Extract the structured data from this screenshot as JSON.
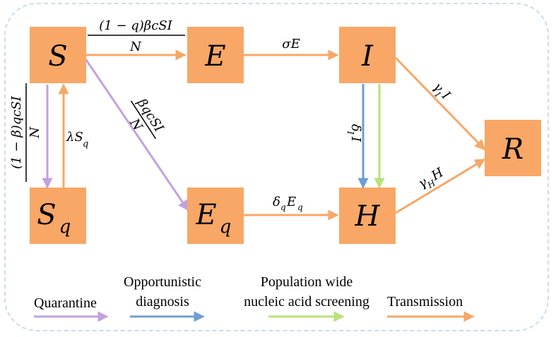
{
  "colors": {
    "node": "#f8a766",
    "quarantine": "#c3a1de",
    "opportunistic": "#6f9ed4",
    "population": "#b7e27a",
    "transmission": "#f8a766",
    "frame": "#c9dcef"
  },
  "nodes": {
    "S": {
      "label": "S",
      "sub": ""
    },
    "E": {
      "label": "E",
      "sub": ""
    },
    "I": {
      "label": "I",
      "sub": ""
    },
    "R": {
      "label": "R",
      "sub": ""
    },
    "Sq": {
      "label": "S",
      "sub": "q"
    },
    "Eq": {
      "label": "E",
      "sub": "q"
    },
    "H": {
      "label": "H",
      "sub": ""
    }
  },
  "rates": {
    "s_to_e_num": "(1 − q)βcSI",
    "s_to_e_den": "N",
    "e_to_i": "σE",
    "s_to_eq_num": "βqcSI",
    "s_to_eq_den": "N",
    "s_to_sq_num": "(1 − β)qcSI",
    "s_to_sq_den": "N",
    "sq_to_s": "λS",
    "sq_to_s_sub": "q",
    "i_to_r": "γ",
    "i_to_r_sub": "I",
    "i_to_r_tail": "I",
    "i_to_h": "δ",
    "i_to_h_sub": "I",
    "i_to_h_tail": "I",
    "eq_to_h": "δ",
    "eq_to_h_sub": "q",
    "eq_to_h_tail": "E",
    "eq_to_h_tail_sub": "q",
    "h_to_r": "γ",
    "h_to_r_sub": "H",
    "h_to_r_tail": "H"
  },
  "legend": {
    "quarantine": "Quarantine",
    "opportunistic_1": "Opportunistic",
    "opportunistic_2": "diagnosis",
    "population_1": "Population wide",
    "population_2": "nucleic acid screening",
    "transmission": "Transmission"
  }
}
